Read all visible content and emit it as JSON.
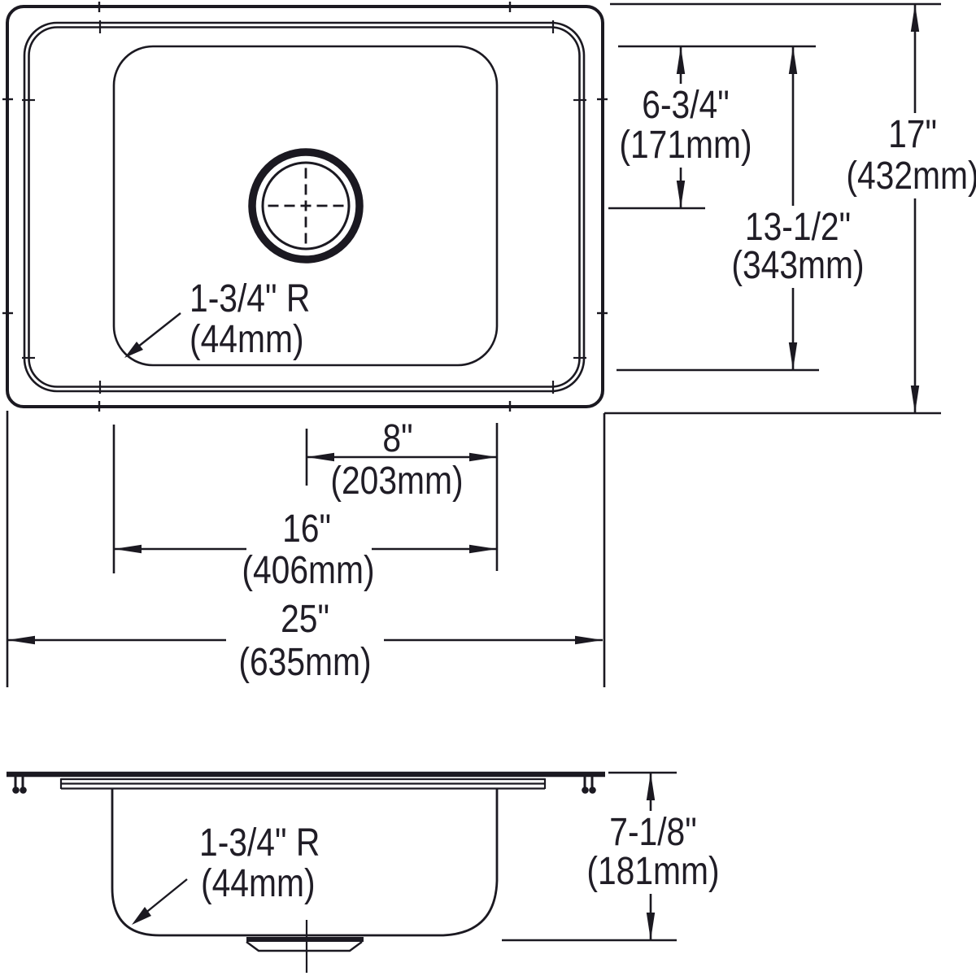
{
  "drawing": {
    "type": "sink technical dimension drawing, plan view and section view",
    "colors": {
      "ink": "#1b1921",
      "background": "#ffffff"
    },
    "top_view": {
      "corner_radius": {
        "line1": "1-3/4\" R",
        "line2": "(44mm)"
      }
    },
    "side_view": {
      "corner_radius": {
        "line1": "1-3/4\" R",
        "line2": "(44mm)"
      },
      "depth": {
        "line1": "7-1/8\"",
        "line2": "(181mm)"
      }
    },
    "dims": {
      "drain_from_back": {
        "line1": "6-3/4\"",
        "line2": "(171mm)"
      },
      "bowl_front_to_back": {
        "line1": "13-1/2\"",
        "line2": "(343mm)"
      },
      "overall_front_to_back": {
        "line1": "17\"",
        "line2": "(432mm)"
      },
      "drain_to_bowl_edge": {
        "line1": "8\"",
        "line2": "(203mm)"
      },
      "bowl_left_to_right": {
        "line1": "16\"",
        "line2": "(406mm)"
      },
      "overall_left_to_right": {
        "line1": "25\"",
        "line2": "(635mm)"
      }
    }
  }
}
